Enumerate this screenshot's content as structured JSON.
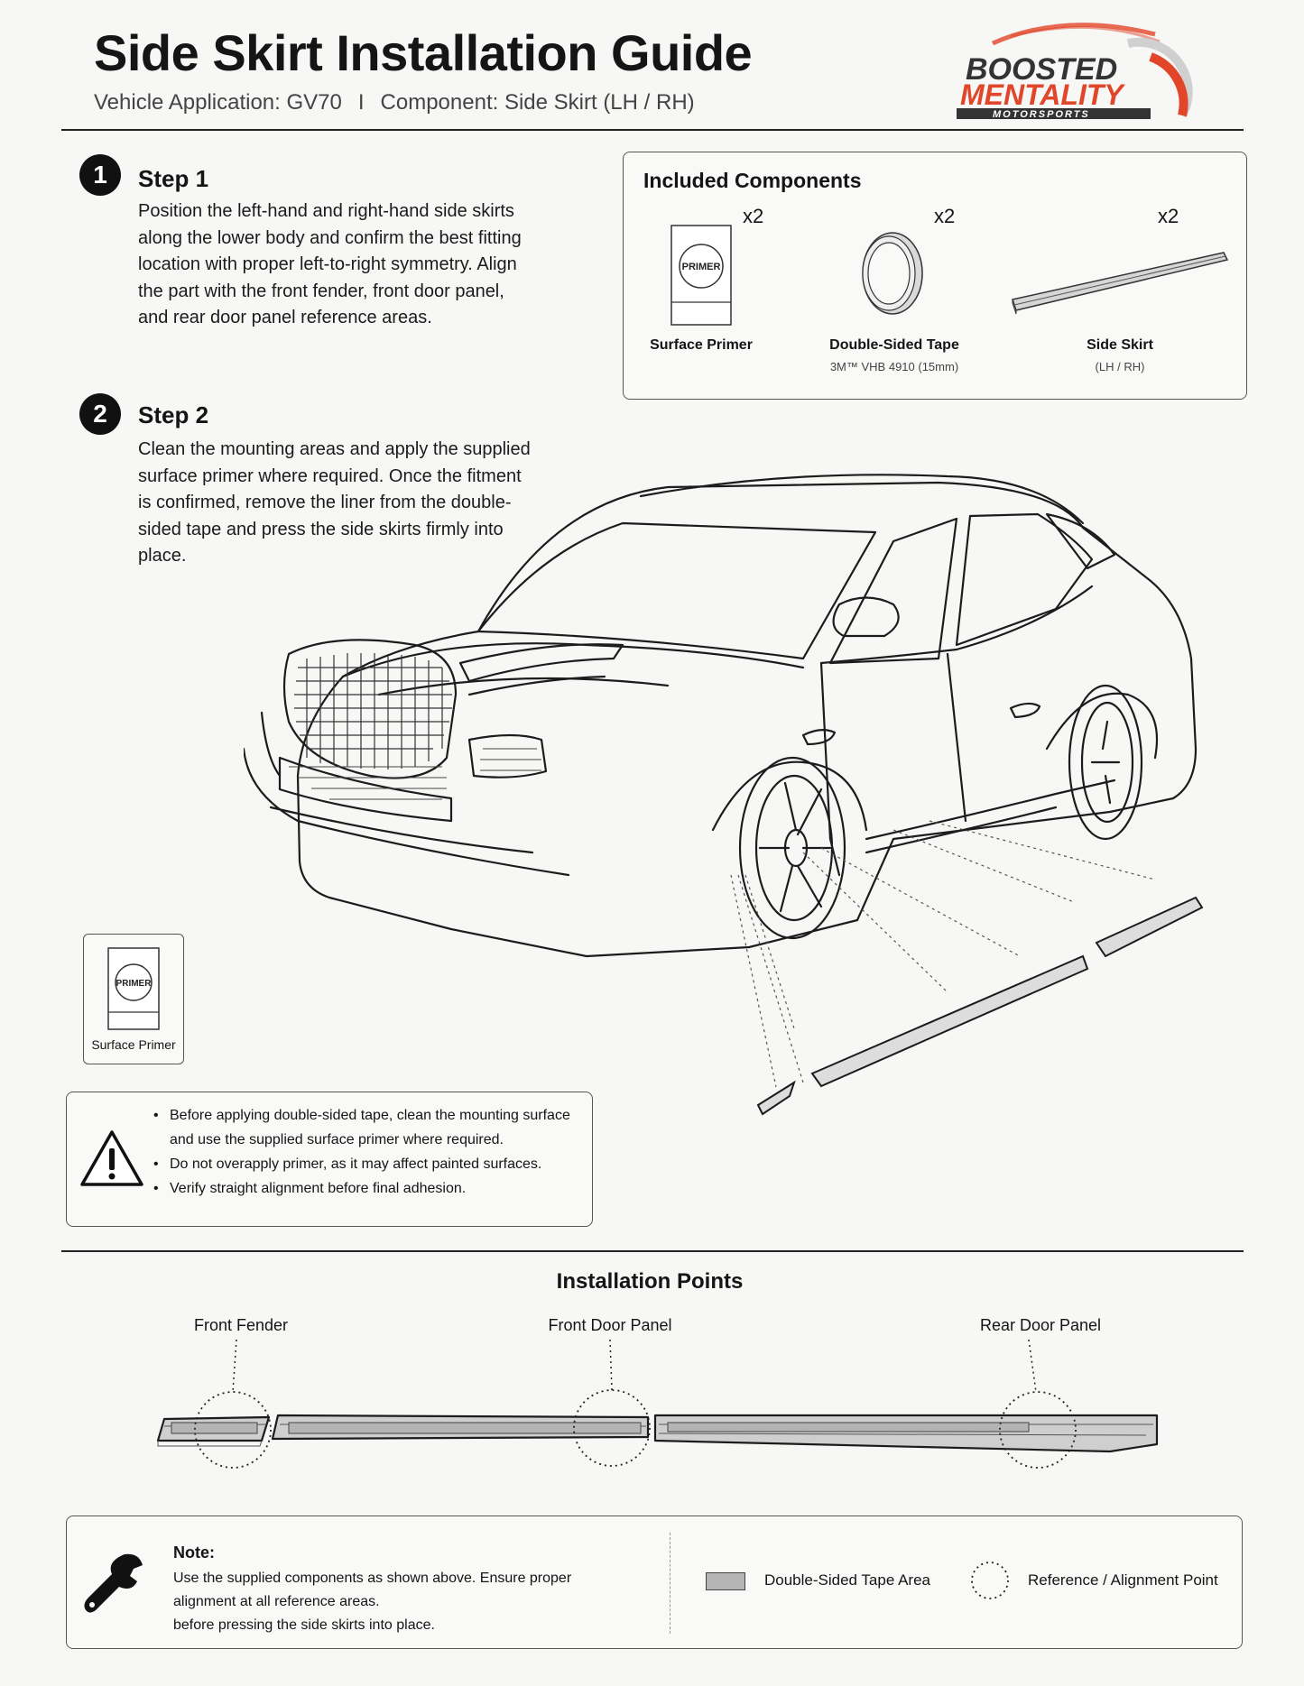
{
  "header": {
    "title": "Side Skirt Installation Guide",
    "vehicle_application": "Vehicle Application: GV70",
    "separator": "I",
    "component": "Component: Side Skirt (LH / RH)"
  },
  "logo": {
    "line1": "BOOSTED",
    "line2": "MENTALITY",
    "line3": "MOTORSPORTS",
    "accent_color": "#e2462a"
  },
  "steps": [
    {
      "number": "1",
      "title": "Step 1",
      "text": "Position the left-hand and right-hand side skirts along the lower body and confirm the best fitting location with proper left-to-right symmetry. Align the part with the front fender, front door panel, and rear door panel reference areas."
    },
    {
      "number": "2",
      "title": "Step 2",
      "text": "Clean the mounting areas and apply the supplied surface primer where required. Once the fitment is confirmed, remove the liner from the double-sided tape and press the side skirts firmly into place."
    }
  ],
  "components": {
    "title": "Included Components",
    "items": [
      {
        "qty": "x2",
        "label": "Surface Primer",
        "sub": "",
        "icon": "primer-bottle-icon",
        "badge": "PRIMER"
      },
      {
        "qty": "x2",
        "label": "Double-Sided Tape",
        "sub": "3M™ VHB 4910 (15mm)",
        "icon": "tape-roll-icon"
      },
      {
        "qty": "x2",
        "label": "Side Skirt",
        "sub": "(LH / RH)",
        "icon": "side-skirt-icon"
      }
    ]
  },
  "primer_card": {
    "badge": "PRIMER",
    "label": "Surface Primer"
  },
  "warning": {
    "icon": "warning-triangle-icon",
    "items": [
      "Before applying double-sided tape, clean the mounting surface and use the supplied surface primer where required.",
      "Do not overapply primer, as it may affect painted surfaces.",
      "Verify straight alignment before final adhesion."
    ]
  },
  "installation_points": {
    "title": "Installation Points",
    "points": [
      "Front Fender",
      "Front Door Panel",
      "Rear Door Panel"
    ]
  },
  "note": {
    "icon": "wrench-icon",
    "title": "Note:",
    "lines": [
      "Use the supplied components as shown above. Ensure proper",
      "alignment at all reference areas.",
      "before pressing the side skirts into place."
    ]
  },
  "legend": {
    "tape_area": "Double-Sided Tape Area",
    "reference_point": "Reference / Alignment Point",
    "tape_color": "#b4b4b4"
  }
}
